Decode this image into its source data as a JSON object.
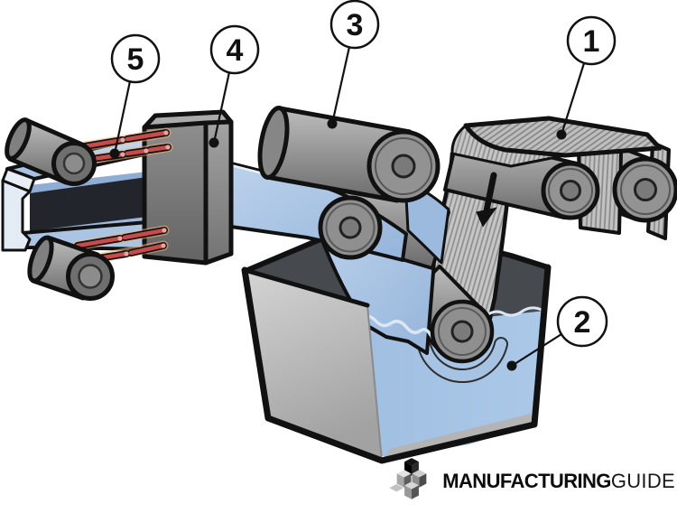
{
  "callouts": [
    {
      "number": "1"
    },
    {
      "number": "2"
    },
    {
      "number": "3"
    },
    {
      "number": "4"
    },
    {
      "number": "5"
    }
  ],
  "logo": {
    "brand_bold": "MANUFACTURING",
    "brand_light": "GUIDE"
  },
  "colors": {
    "resin_blue": "#a3c1e2",
    "wet_fiber_blue": "#a9c6e7",
    "machine_gray": "#8f8f8f",
    "tank_interior_gray": "#46494d",
    "heater_red": "#c84a4a",
    "outline_black": "#111111",
    "background": "#ffffff"
  }
}
